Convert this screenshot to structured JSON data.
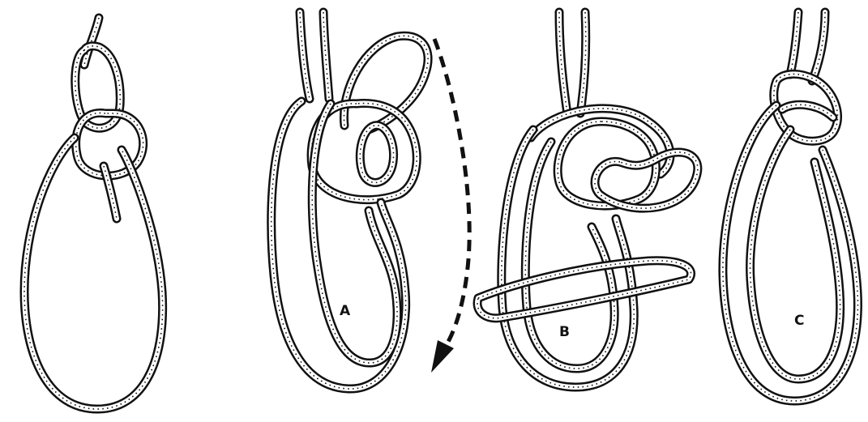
{
  "labels": {
    "a": "A",
    "b": "B",
    "c": "C"
  },
  "colors": {
    "ink": "#111111",
    "background": "#ffffff"
  }
}
